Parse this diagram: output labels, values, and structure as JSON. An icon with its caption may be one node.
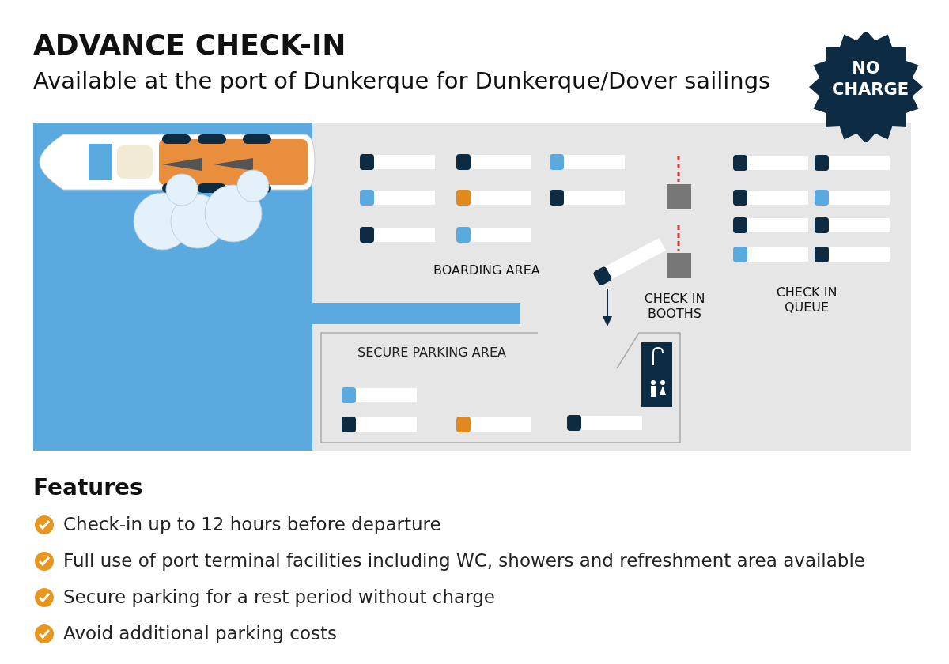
{
  "diagram": {
    "title": "ADVANCE CHECK-IN",
    "nodes": [
      {
        "text": [
          "NO CHARGE"
        ]
      },
      {
        "text": [
          "SECURE PARKING AREA"
        ]
      }
    ],
    "edges": [],
    "labels": [
      "Available at the port of Dunkerque for Dunkerque/Dover sailings",
      "BOARDING AREA",
      "CHECK IN BOOTHS",
      "CHECK IN QUEUE",
      "Features",
      "Check-in up to 12 hours before departure",
      "Full use of port terminal facilities including WC, showers and refreshment area available",
      "Secure parking for a rest period without charge",
      "Avoid additional parking costs"
    ]
  }
}
